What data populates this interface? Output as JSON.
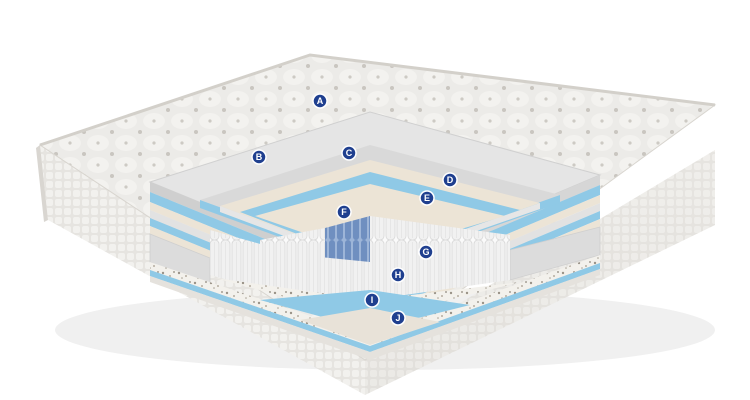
{
  "colors": {
    "background": "#ffffff",
    "fabric": "#ecebe8",
    "fabric_shadow": "#d5d3cf",
    "foam_gray": "#dcdcdc",
    "foam_light": "#e9e9e9",
    "gel_blue": "#8fc9e6",
    "cream_layer": "#ece4d6",
    "spring_white": "#f5f5f5",
    "spring_blue": "#7f9fca",
    "badge_fill": "#1f3f8f",
    "badge_text": "#ffffff"
  },
  "layer_labels": [
    {
      "id": "A",
      "label": "A"
    },
    {
      "id": "B",
      "label": "B"
    },
    {
      "id": "C",
      "label": "C"
    },
    {
      "id": "D",
      "label": "D"
    },
    {
      "id": "E",
      "label": "E"
    },
    {
      "id": "F",
      "label": "F"
    },
    {
      "id": "G",
      "label": "G"
    },
    {
      "id": "H",
      "label": "H"
    },
    {
      "id": "I",
      "label": "I"
    },
    {
      "id": "J",
      "label": "J"
    }
  ]
}
